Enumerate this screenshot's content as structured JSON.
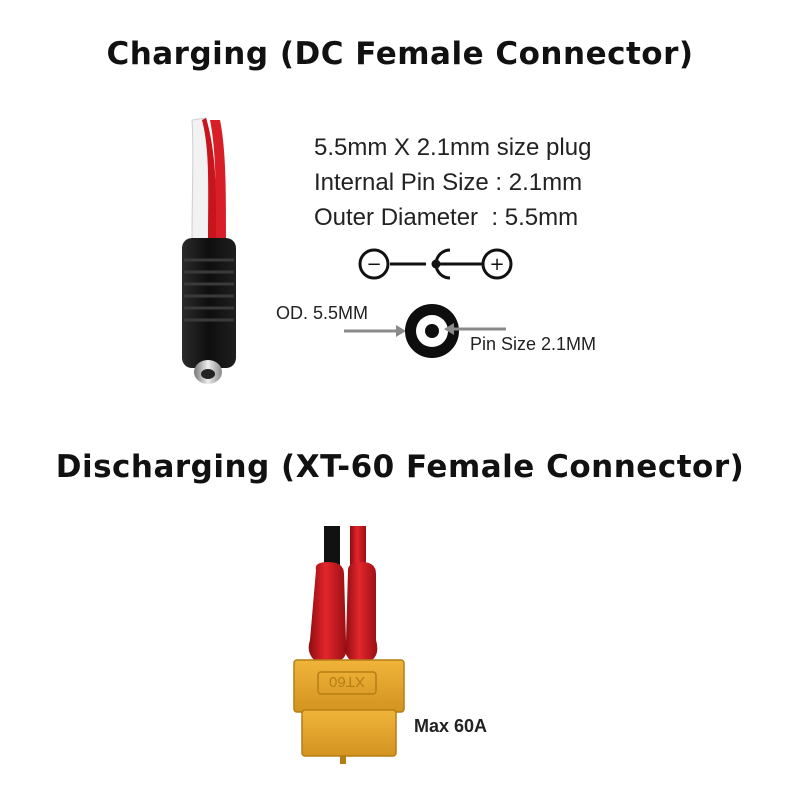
{
  "charging": {
    "heading": "Charging (DC Female Connector)",
    "specs": [
      "5.5mm X 2.1mm size plug",
      "Internal Pin Size : 2.1mm",
      "Outer Diameter  : 5.5mm"
    ],
    "polarity": {
      "negative": "−",
      "positive": "+"
    },
    "od_label": "OD. 5.5MM",
    "pin_label": "Pin Size 2.1MM"
  },
  "discharging": {
    "heading": "Discharging (XT-60 Female Connector)",
    "connector_marking": "XT60",
    "max_current": "Max 60A"
  },
  "colors": {
    "wire_red": "#c8141c",
    "wire_black": "#111111",
    "xt60_body": "#e2a227",
    "dc_jack_body": "#141414",
    "arrow_gray": "#8a8a8a"
  }
}
